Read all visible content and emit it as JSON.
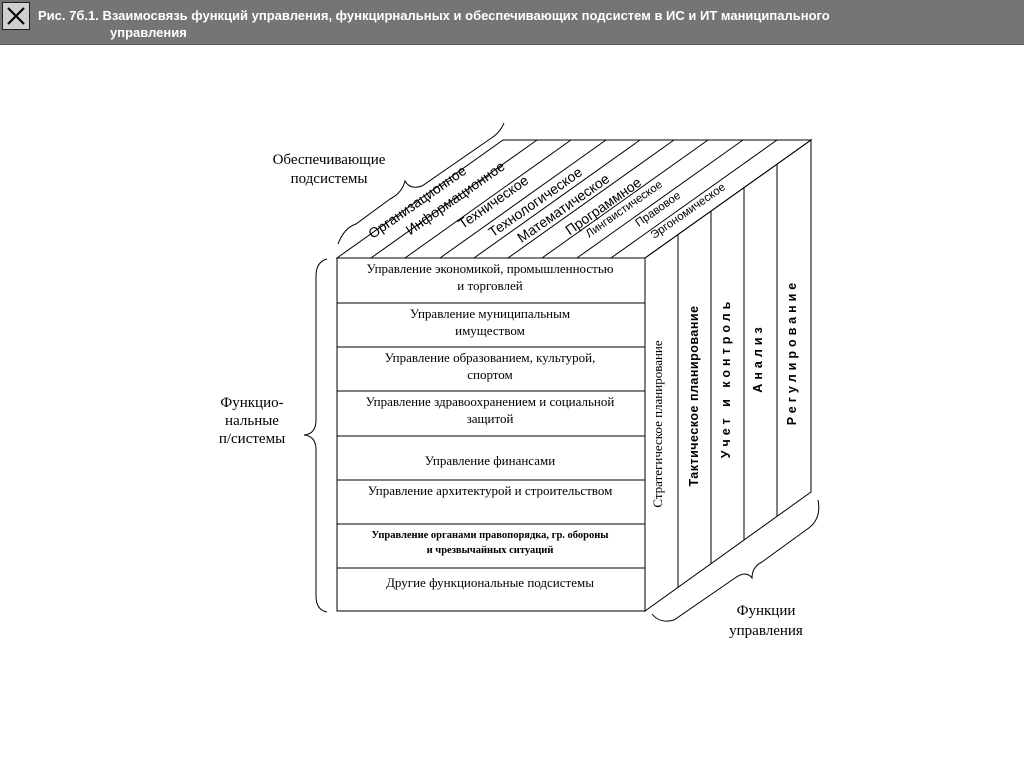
{
  "window": {
    "title_line1": "Рис. 7б.1. Взаимосвязь функций управления, функцирнальных и обеспечивающих подсистем в ИС и ИТ маниципального",
    "title_line2": "управления",
    "close_icon": "close-x-icon"
  },
  "diagram": {
    "top_group": {
      "line1": "Обеспечивающие",
      "line2": "подсистемы"
    },
    "left_group": {
      "line1": "Функцио-",
      "line2": "нальные",
      "line3": "п/системы"
    },
    "bottom_group": {
      "line1": "Функции",
      "line2": "управления"
    },
    "functional_rows": [
      {
        "line1": "Управление экономикой, промышленностью",
        "line2": "и торговлей"
      },
      {
        "line1": "Управление муниципальным",
        "line2": "имуществом"
      },
      {
        "line1": "Управление образованием, культурой,",
        "line2": "спортом"
      },
      {
        "line1": "Управление здравоохранением и социальной",
        "line2": "защитой"
      },
      {
        "line1": "Управление финансами",
        "line2": ""
      },
      {
        "line1": "Управление архитектурой и строительством",
        "line2": ""
      },
      {
        "line1": "Управление органами правопорядка, гр. обороны",
        "line2": "и чрезвычайных ситуаций"
      },
      {
        "line1": "Другие функциональные подсистемы",
        "line2": ""
      }
    ],
    "support_subsystems": [
      "Организационное",
      "Информационное",
      "Техническое",
      "Технологическое",
      "Математическое",
      "Программное",
      "Лингвистическое",
      "Правовое",
      "Эргономическое"
    ],
    "management_functions": [
      "Стратегическое планирование",
      "Тактическое планирование",
      "Учет и контроль",
      "Анализ",
      "Регулирование"
    ]
  }
}
